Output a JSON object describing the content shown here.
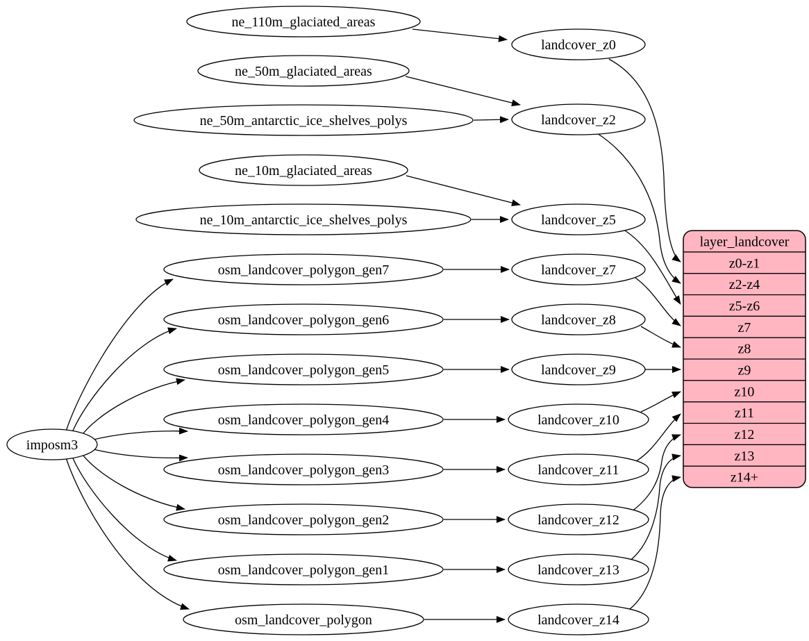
{
  "diagram": {
    "type": "dependency-graph",
    "background": "#ffffff",
    "edge_color": "#000000",
    "node_fill": "#ffffff",
    "node_stroke": "#000000",
    "nodes": [
      {
        "id": "imposm3",
        "label": "imposm3"
      },
      {
        "id": "ne_110m_glaciated_areas",
        "label": "ne_110m_glaciated_areas"
      },
      {
        "id": "ne_50m_glaciated_areas",
        "label": "ne_50m_glaciated_areas"
      },
      {
        "id": "ne_50m_antarctic_ice_shelves_polys",
        "label": "ne_50m_antarctic_ice_shelves_polys"
      },
      {
        "id": "ne_10m_glaciated_areas",
        "label": "ne_10m_glaciated_areas"
      },
      {
        "id": "ne_10m_antarctic_ice_shelves_polys",
        "label": "ne_10m_antarctic_ice_shelves_polys"
      },
      {
        "id": "osm_landcover_polygon_gen7",
        "label": "osm_landcover_polygon_gen7"
      },
      {
        "id": "osm_landcover_polygon_gen6",
        "label": "osm_landcover_polygon_gen6"
      },
      {
        "id": "osm_landcover_polygon_gen5",
        "label": "osm_landcover_polygon_gen5"
      },
      {
        "id": "osm_landcover_polygon_gen4",
        "label": "osm_landcover_polygon_gen4"
      },
      {
        "id": "osm_landcover_polygon_gen3",
        "label": "osm_landcover_polygon_gen3"
      },
      {
        "id": "osm_landcover_polygon_gen2",
        "label": "osm_landcover_polygon_gen2"
      },
      {
        "id": "osm_landcover_polygon_gen1",
        "label": "osm_landcover_polygon_gen1"
      },
      {
        "id": "osm_landcover_polygon",
        "label": "osm_landcover_polygon"
      },
      {
        "id": "landcover_z0",
        "label": "landcover_z0"
      },
      {
        "id": "landcover_z2",
        "label": "landcover_z2"
      },
      {
        "id": "landcover_z5",
        "label": "landcover_z5"
      },
      {
        "id": "landcover_z7",
        "label": "landcover_z7"
      },
      {
        "id": "landcover_z8",
        "label": "landcover_z8"
      },
      {
        "id": "landcover_z9",
        "label": "landcover_z9"
      },
      {
        "id": "landcover_z10",
        "label": "landcover_z10"
      },
      {
        "id": "landcover_z11",
        "label": "landcover_z11"
      },
      {
        "id": "landcover_z12",
        "label": "landcover_z12"
      },
      {
        "id": "landcover_z13",
        "label": "landcover_z13"
      },
      {
        "id": "landcover_z14",
        "label": "landcover_z14"
      }
    ],
    "record": {
      "id": "layer_landcover",
      "title": "layer_landcover",
      "fill": "#ffb6c1",
      "stroke": "#000000",
      "rows": [
        "z0-z1",
        "z2-z4",
        "z5-z6",
        "z7",
        "z8",
        "z9",
        "z10",
        "z11",
        "z12",
        "z13",
        "z14+"
      ]
    },
    "edges": [
      {
        "from": "ne_110m_glaciated_areas",
        "to": "landcover_z0"
      },
      {
        "from": "ne_50m_glaciated_areas",
        "to": "landcover_z2"
      },
      {
        "from": "ne_50m_antarctic_ice_shelves_polys",
        "to": "landcover_z2"
      },
      {
        "from": "ne_10m_glaciated_areas",
        "to": "landcover_z5"
      },
      {
        "from": "ne_10m_antarctic_ice_shelves_polys",
        "to": "landcover_z5"
      },
      {
        "from": "imposm3",
        "to": "osm_landcover_polygon_gen7"
      },
      {
        "from": "imposm3",
        "to": "osm_landcover_polygon_gen6"
      },
      {
        "from": "imposm3",
        "to": "osm_landcover_polygon_gen5"
      },
      {
        "from": "imposm3",
        "to": "osm_landcover_polygon_gen4"
      },
      {
        "from": "imposm3",
        "to": "osm_landcover_polygon_gen3"
      },
      {
        "from": "imposm3",
        "to": "osm_landcover_polygon_gen2"
      },
      {
        "from": "imposm3",
        "to": "osm_landcover_polygon_gen1"
      },
      {
        "from": "imposm3",
        "to": "osm_landcover_polygon"
      },
      {
        "from": "osm_landcover_polygon_gen7",
        "to": "landcover_z7"
      },
      {
        "from": "osm_landcover_polygon_gen6",
        "to": "landcover_z8"
      },
      {
        "from": "osm_landcover_polygon_gen5",
        "to": "landcover_z9"
      },
      {
        "from": "osm_landcover_polygon_gen4",
        "to": "landcover_z10"
      },
      {
        "from": "osm_landcover_polygon_gen3",
        "to": "landcover_z11"
      },
      {
        "from": "osm_landcover_polygon_gen2",
        "to": "landcover_z12"
      },
      {
        "from": "osm_landcover_polygon_gen1",
        "to": "landcover_z13"
      },
      {
        "from": "osm_landcover_polygon",
        "to": "landcover_z14"
      },
      {
        "from": "landcover_z0",
        "to": "layer_landcover.z0-z1"
      },
      {
        "from": "landcover_z2",
        "to": "layer_landcover.z2-z4"
      },
      {
        "from": "landcover_z5",
        "to": "layer_landcover.z5-z6"
      },
      {
        "from": "landcover_z7",
        "to": "layer_landcover.z7"
      },
      {
        "from": "landcover_z8",
        "to": "layer_landcover.z8"
      },
      {
        "from": "landcover_z9",
        "to": "layer_landcover.z9"
      },
      {
        "from": "landcover_z10",
        "to": "layer_landcover.z10"
      },
      {
        "from": "landcover_z11",
        "to": "layer_landcover.z11"
      },
      {
        "from": "landcover_z12",
        "to": "layer_landcover.z12"
      },
      {
        "from": "landcover_z13",
        "to": "layer_landcover.z13"
      },
      {
        "from": "landcover_z14",
        "to": "layer_landcover.z14+"
      }
    ]
  }
}
